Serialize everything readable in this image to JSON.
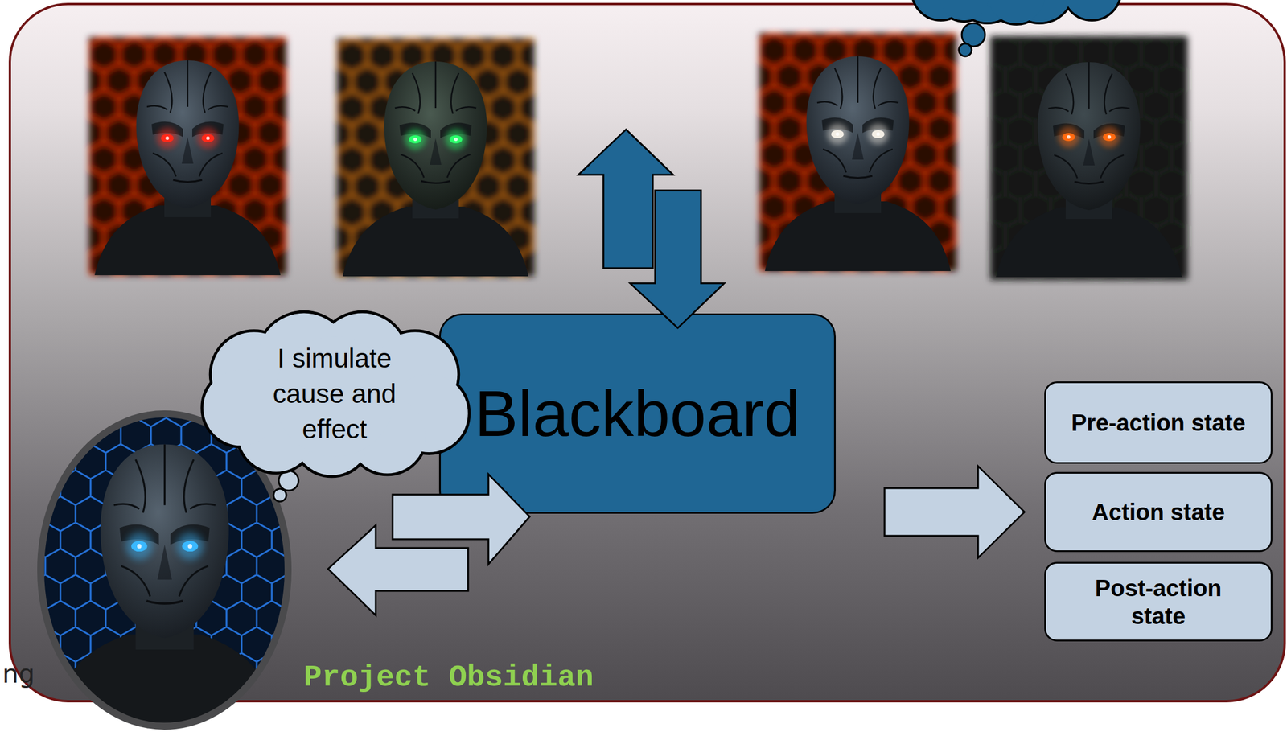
{
  "diagram": {
    "nodes": [
      {
        "text": [
          "I simulate cause and effect"
        ]
      },
      {
        "text": [
          "Blackboard"
        ]
      },
      {
        "text": [
          "Pre-action state"
        ]
      },
      {
        "text": [
          "Action state"
        ]
      },
      {
        "text": [
          "Post-action state"
        ]
      }
    ],
    "edges": [
      {
        "from": 1,
        "to": 3,
        "arrow": "to"
      }
    ],
    "labels": [
      "Project Obsidian",
      "ng"
    ]
  }
}
